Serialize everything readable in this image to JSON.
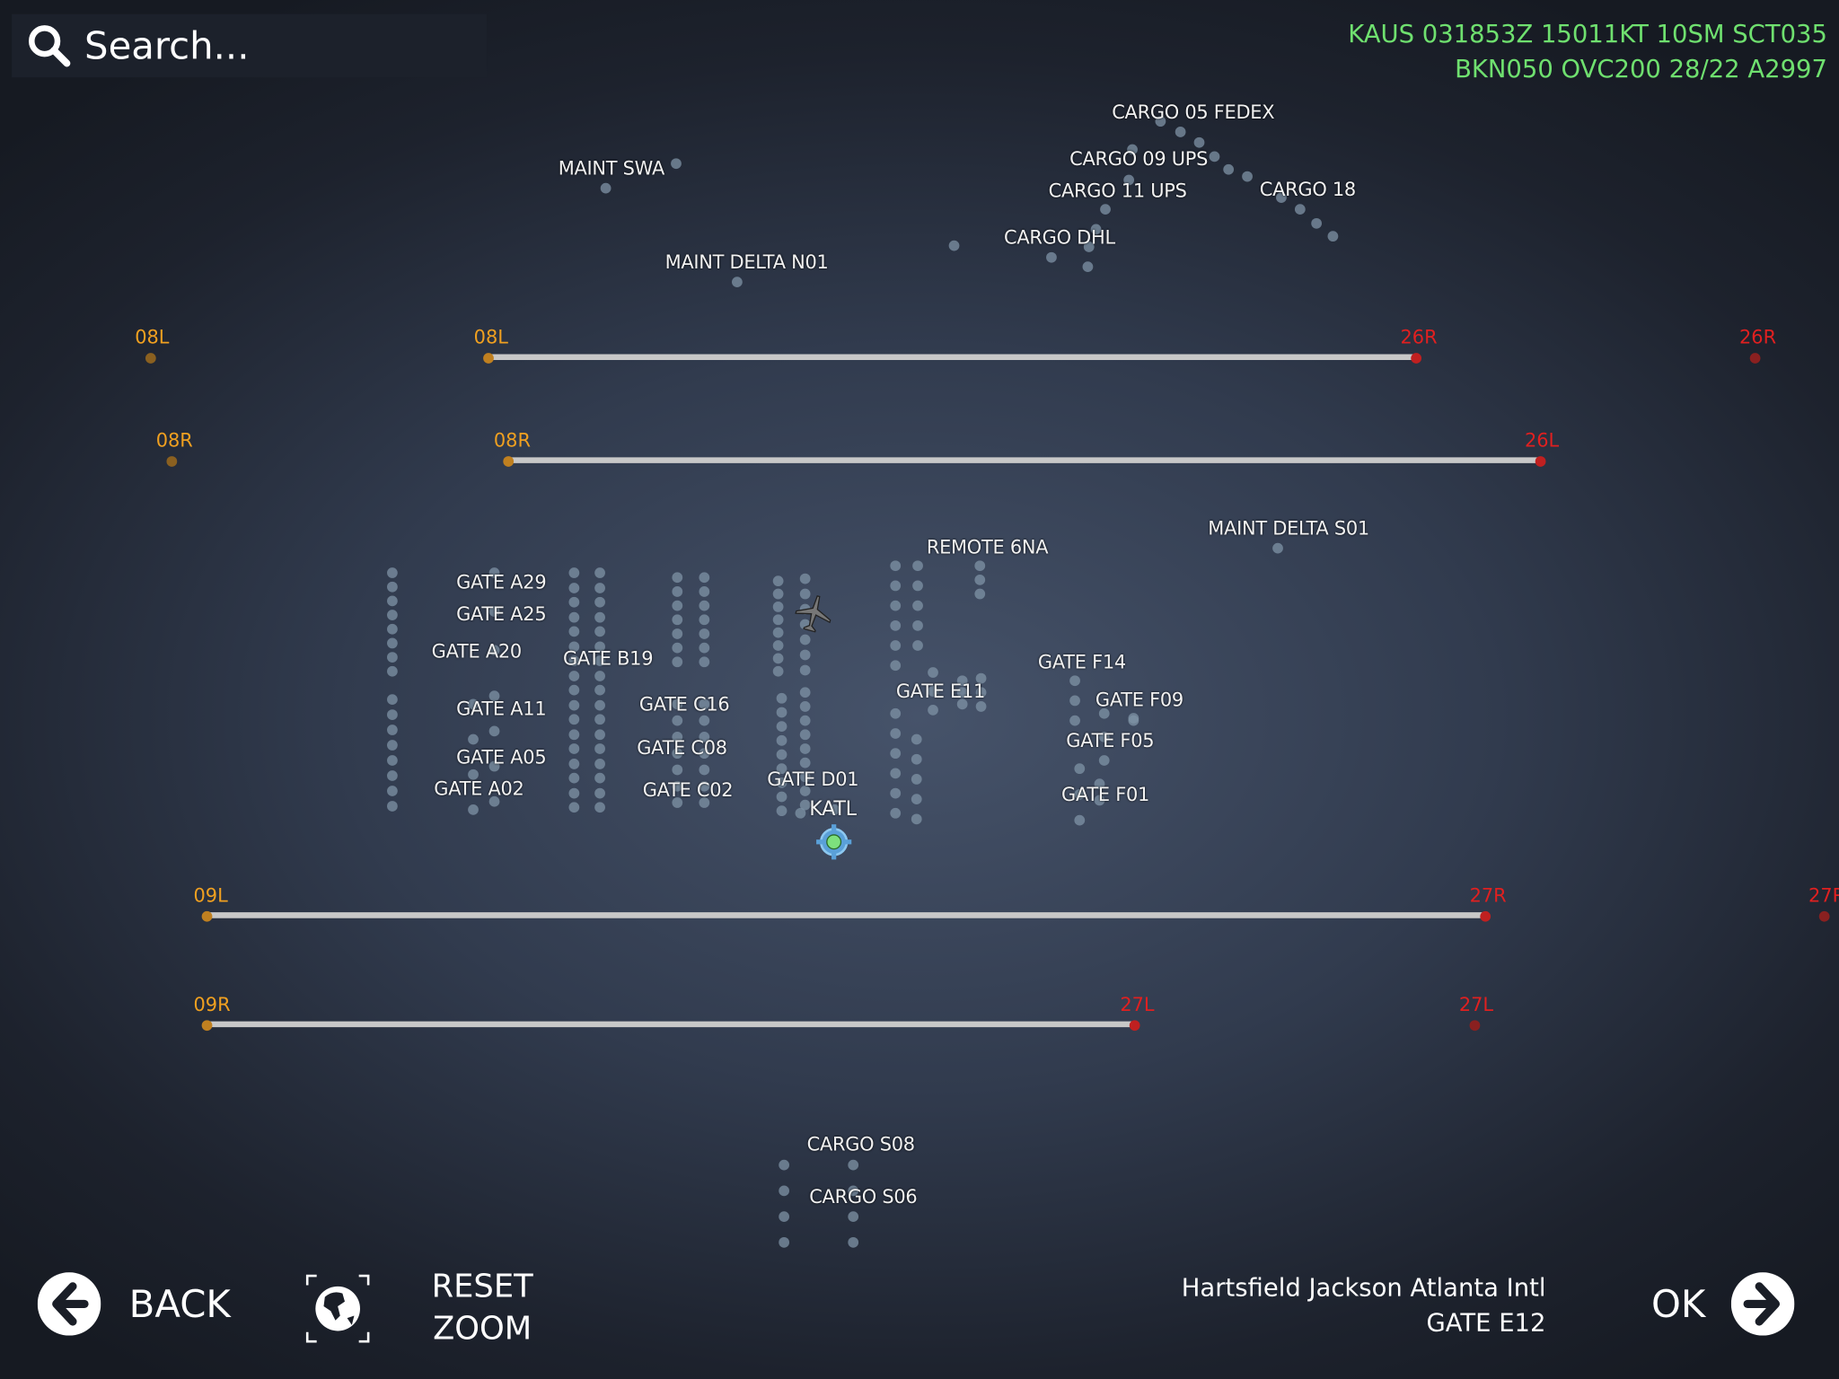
{
  "search": {
    "placeholder": "Search..."
  },
  "metar": {
    "line1": "KAUS 031853Z 15011KT 10SM SCT035",
    "line2": "BKN050 OVC200 28/22 A2997"
  },
  "runways": [
    {
      "left": "08L",
      "right": "26R"
    },
    {
      "left": "08R",
      "right": "26L"
    },
    {
      "left": "09L",
      "right": "27R"
    },
    {
      "left": "09R",
      "right": "27L"
    }
  ],
  "labels": {
    "cargo05": "CARGO 05 FEDEX",
    "cargo09": "CARGO 09 UPS",
    "cargo11": "CARGO 11 UPS",
    "cargo18": "CARGO 18",
    "cargodhl": "CARGO DHL",
    "maintswa": "MAINT SWA",
    "maintn01": "MAINT DELTA N01",
    "mainsts01": "MAINT DELTA S01",
    "remote6na": "REMOTE 6NA",
    "a29": "GATE A29",
    "a25": "GATE A25",
    "a20": "GATE A20",
    "a11": "GATE A11",
    "a05": "GATE A05",
    "a02": "GATE A02",
    "b19": "GATE B19",
    "c16": "GATE C16",
    "c08": "GATE C08",
    "c02": "GATE C02",
    "d01": "GATE D01",
    "katl": "KATL",
    "e11": "GATE E11",
    "f14": "GATE F14",
    "f09": "GATE F09",
    "f05": "GATE F05",
    "f01": "GATE F01",
    "s08": "CARGO S08",
    "s06": "CARGO S06"
  },
  "footer": {
    "back": "BACK",
    "reset1": "RESET",
    "reset2": "ZOOM",
    "airport": "Hartsfield Jackson Atlanta Intl",
    "gate": "GATE E12",
    "ok": "OK"
  },
  "colors": {
    "metar": "#6fe06f",
    "runway_start": "#f0a020",
    "runway_end": "#e02020"
  }
}
